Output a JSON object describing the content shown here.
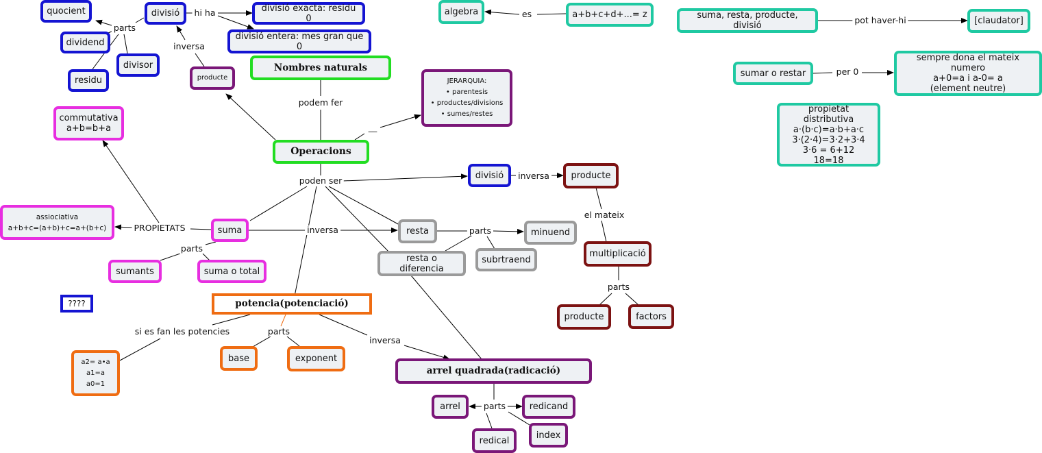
{
  "colors": {
    "blue": "#1414d2",
    "green": "#22dd22",
    "teal": "#1fc9a2",
    "purple": "#7a1778",
    "magenta": "#e72ee0",
    "gray": "#9a9a9a",
    "maroon": "#7c1212",
    "orange": "#ef6c12"
  },
  "nodes": {
    "quocient": "quocient",
    "divisio_top": "divisió",
    "divisio_exacta": "divisió exacta: residu 0",
    "divisio_entera": "divisió entera: mes gran que 0",
    "dividend": "dividend",
    "divisor": "divisor",
    "residu": "residu",
    "producte_top": "producte",
    "nombres_naturals": "Nombres naturals",
    "jerarquia": "JERARQUIA:\n•  parentesis\n•  productes/divisions\n•  sumes/restes",
    "commutativa": "commutativa\na+b=b+a",
    "operacions": "Operacions",
    "divisio_mid": "divisió",
    "producte_mid": "producte",
    "assiociativa": "assiociativa\na+b+c=(a+b)+c=a+(b+c)",
    "suma": "suma",
    "resta": "resta",
    "minuend": "minuend",
    "resta_diferencia": "resta o diferencia",
    "subtraend": "subrtraend",
    "multiplicacio": "multiplicació",
    "sumants": "sumants",
    "suma_total": "suma o total",
    "question": "????",
    "potencia": "potencia(potenciació)",
    "producte_low": "producte",
    "factors": "factors",
    "potencies": "a2=  a•a\na1=a\na0=1",
    "base": "base",
    "exponent": "exponent",
    "arrel_quadrada": "arrel quadrada(radicació)",
    "arrel": "arrel",
    "redicand": "redicand",
    "index": "index",
    "redical": "redical",
    "algebra": "algebra",
    "abcd": "a+b+c+d+...= z",
    "suma_resta": "suma, resta, producte, divisió",
    "claudator": "[claudator]",
    "sumar_restar": "sumar o restar",
    "element_neutre": "sempre dona el mateix numero\na+0=a i a-0= a\n(element neutre)",
    "distributiva": "propietat distributiva\na·(b·c)=a·b+a·c\n3·(2·4)=3·2+3·4\n3·6 = 6+12\n18=18"
  },
  "links": {
    "parts_div": "parts",
    "hi_ha": "hi ha",
    "inversa_div": "inversa",
    "podem_fer": "podem fer",
    "dash": "__",
    "poden_ser": "poden ser",
    "inversa_mid": "inversa",
    "el_mateix": "el mateix",
    "propietats": "PROPIETATS",
    "inversa_suma": "inversa",
    "parts_resta": "parts",
    "parts_suma": "parts",
    "parts_mult": "parts",
    "si_potencies": "si es fan les potencies",
    "parts_pot": "parts",
    "inversa_pot": "inversa",
    "parts_arrel": "parts",
    "es": "es",
    "pot_haver": "pot haver-hi",
    "per_0": "per 0"
  }
}
